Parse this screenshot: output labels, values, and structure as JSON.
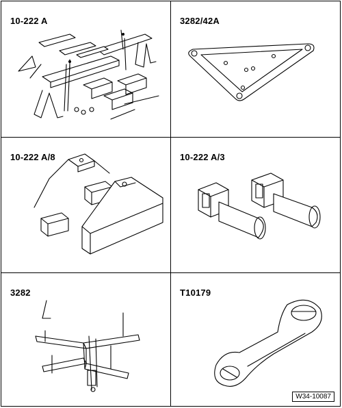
{
  "panels": [
    {
      "label": "10-222 A"
    },
    {
      "label": "3282/42A"
    },
    {
      "label": "10-222 A/8"
    },
    {
      "label": "10-222 A/3"
    },
    {
      "label": "3282"
    },
    {
      "label": "T10179"
    }
  ],
  "figure_ref": "W34-10087"
}
